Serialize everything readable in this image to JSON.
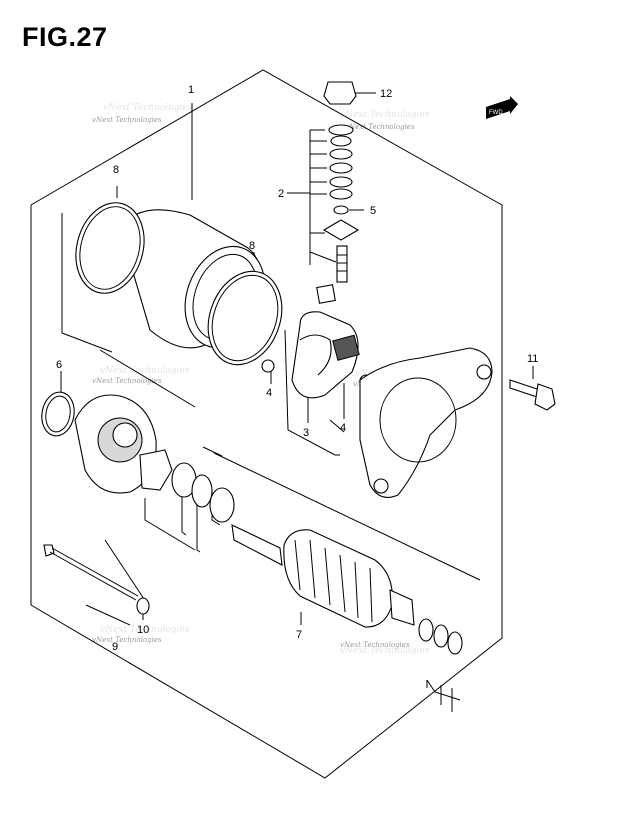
{
  "figure": {
    "title": "FIG.27"
  },
  "fwd_label": "FWD",
  "callouts": [
    "1",
    "2",
    "3",
    "4",
    "4",
    "5",
    "6",
    "7",
    "8",
    "8",
    "9",
    "10",
    "11",
    "12"
  ],
  "watermark": {
    "text": "vNext Technologies"
  }
}
